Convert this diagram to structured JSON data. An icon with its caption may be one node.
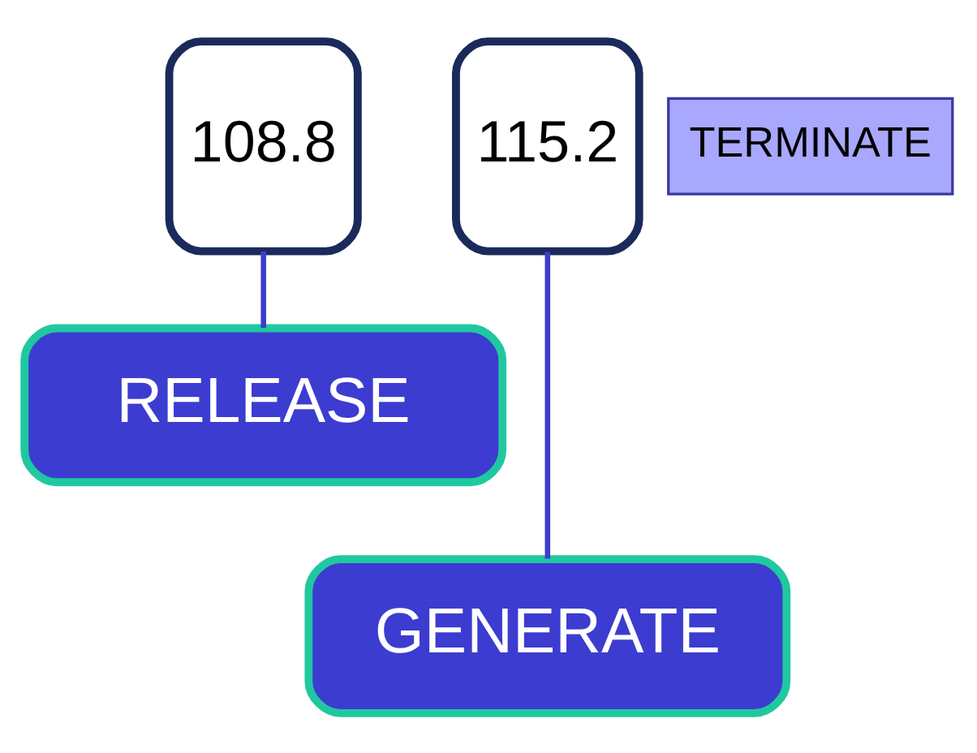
{
  "diagram": {
    "nodes": [
      {
        "text": [
          "108.8"
        ]
      },
      {
        "text": [
          "115.2"
        ]
      },
      {
        "text": [
          "RELEASE"
        ]
      },
      {
        "text": [
          "GENERATE"
        ]
      },
      {
        "text": [
          "TERMINATE"
        ]
      }
    ],
    "edges": [
      {
        "from": 0,
        "to": 2,
        "arrow": "none",
        "color": "#3c3cd0"
      },
      {
        "from": 1,
        "to": 3,
        "arrow": "none",
        "color": "#3c3cd0"
      }
    ]
  }
}
